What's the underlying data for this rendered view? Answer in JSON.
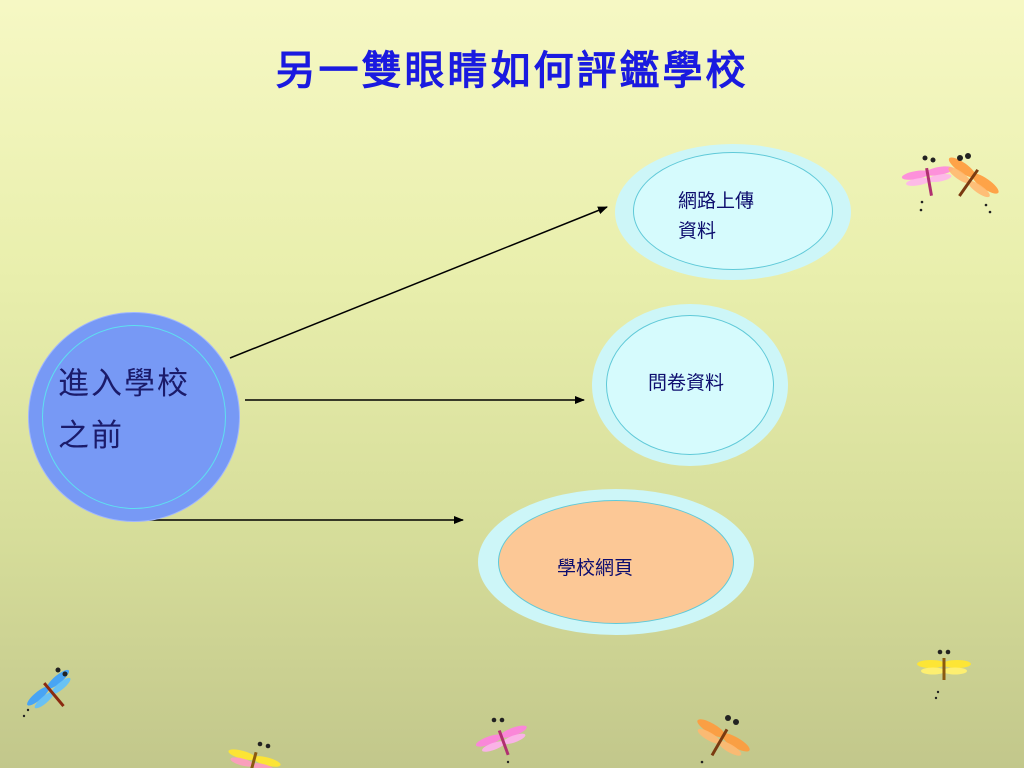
{
  "slide": {
    "title": "另一雙眼睛如何評鑑學校"
  },
  "diagram": {
    "source_node": {
      "line1": "進入學校",
      "line2": "之前"
    },
    "targets": [
      {
        "line1": "網路上傳",
        "line2": "資料"
      },
      {
        "label": "問卷資料"
      },
      {
        "label": "學校網頁"
      }
    ]
  },
  "colors": {
    "title": "#1a1ae0",
    "source_fill": "#7799f5",
    "target_outer": "#cdf6f8",
    "target_inner": "#d6fbfd",
    "web_page_inner": "#fcc896",
    "arrow": "#000000"
  },
  "decorations": [
    "dragonfly-icon"
  ]
}
